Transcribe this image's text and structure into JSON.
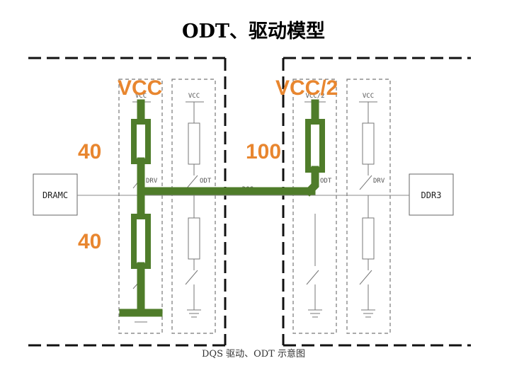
{
  "title": "ODT、驱动模型",
  "caption": "DQS 驱动、ODT 示意图",
  "left_device": {
    "name": "DRAMC"
  },
  "right_device": {
    "name": "DDR3"
  },
  "small_labels": {
    "vcc_a": "VCC",
    "vcc_b": "VCC",
    "vcc_half": "VCC/2",
    "vcc_c": "VCC",
    "drv_left": "DRV",
    "odt_left": "ODT",
    "odt_right": "ODT",
    "drv_right": "DRV",
    "dqs": "DQS"
  },
  "annotations": {
    "vcc_left": "VCC",
    "vcc_right": "VCC/2",
    "r_top_left": "40",
    "r_bottom_left": "40",
    "r_right": "100"
  },
  "colors": {
    "highlight_path": "#4f7c2a",
    "annotation": "#e8862f"
  }
}
